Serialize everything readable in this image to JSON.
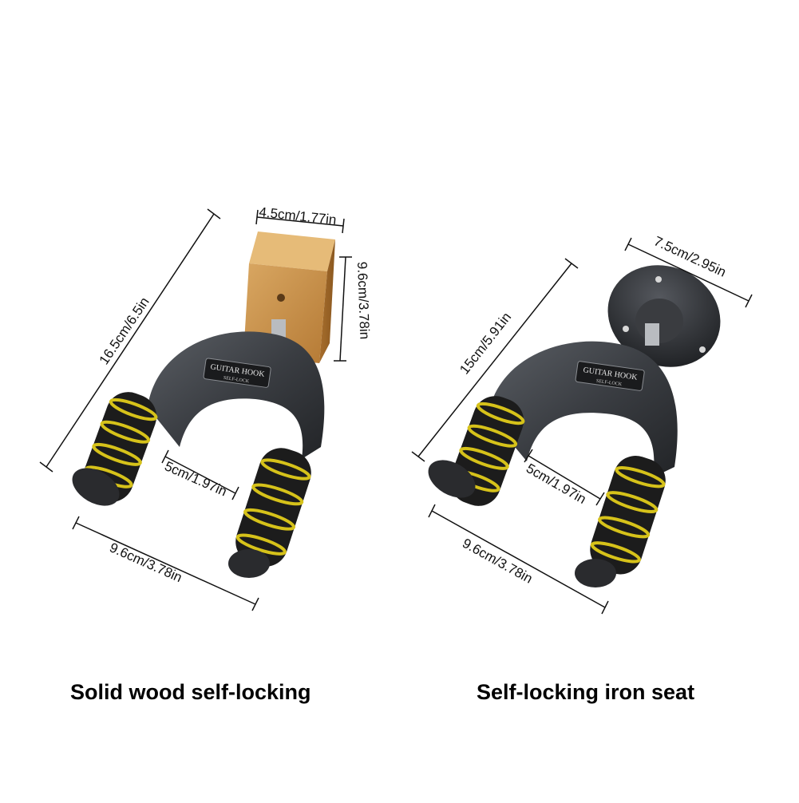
{
  "products": [
    {
      "caption": "Solid wood self-locking",
      "plate_text_top": "GUITAR HOOK",
      "plate_text_bottom": "SELF-LOCK",
      "dimensions": {
        "height": "16.5cm/6.5in",
        "mount_width": "4.5cm/1.77in",
        "mount_height": "9.6cm/3.78in",
        "inner_gap": "5cm/1.97in",
        "base_width": "9.6cm/3.78in"
      }
    },
    {
      "caption": "Self-locking iron seat",
      "plate_text_top": "GUITAR HOOK",
      "plate_text_bottom": "SELF-LOCK",
      "dimensions": {
        "height": "15cm/5.91in",
        "mount_diameter": "7.5cm/2.95in",
        "inner_gap": "5cm/1.97in",
        "base_width": "9.6cm/3.78in"
      }
    }
  ],
  "colors": {
    "background": "#ffffff",
    "hook_body": "#3a3d42",
    "foam": "#1c1c1c",
    "foam_ring": "#d6c21a",
    "wood": "#c8924a",
    "iron_plate": "#2b2d31"
  }
}
